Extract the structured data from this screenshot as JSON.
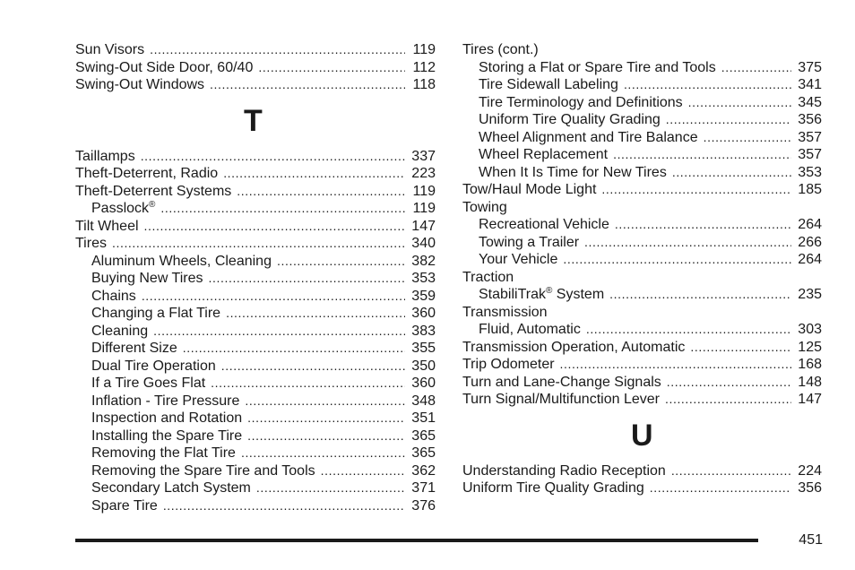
{
  "left_column": [
    {
      "type": "entry",
      "text": "Sun Visors",
      "page": "119",
      "indent": false
    },
    {
      "type": "entry",
      "text": "Swing-Out Side Door, 60/40",
      "page": "112",
      "indent": false
    },
    {
      "type": "entry",
      "text": "Swing-Out Windows",
      "page": "118",
      "indent": false
    },
    {
      "type": "letter",
      "text": "T"
    },
    {
      "type": "entry",
      "text": "Taillamps",
      "page": "337",
      "indent": false
    },
    {
      "type": "entry",
      "text": "Theft-Deterrent, Radio",
      "page": "223",
      "indent": false
    },
    {
      "type": "entry",
      "text": "Theft-Deterrent Systems",
      "page": "119",
      "indent": false
    },
    {
      "type": "entry",
      "text": "Passlock",
      "sup": "®",
      "page": "119",
      "indent": true
    },
    {
      "type": "entry",
      "text": "Tilt Wheel",
      "page": "147",
      "indent": false
    },
    {
      "type": "entry",
      "text": "Tires",
      "page": "340",
      "indent": false
    },
    {
      "type": "entry",
      "text": "Aluminum Wheels, Cleaning",
      "page": "382",
      "indent": true
    },
    {
      "type": "entry",
      "text": "Buying New Tires",
      "page": "353",
      "indent": true
    },
    {
      "type": "entry",
      "text": "Chains",
      "page": "359",
      "indent": true
    },
    {
      "type": "entry",
      "text": "Changing a Flat Tire",
      "page": "360",
      "indent": true
    },
    {
      "type": "entry",
      "text": "Cleaning",
      "page": "383",
      "indent": true
    },
    {
      "type": "entry",
      "text": "Different Size",
      "page": "355",
      "indent": true
    },
    {
      "type": "entry",
      "text": "Dual Tire Operation",
      "page": "350",
      "indent": true
    },
    {
      "type": "entry",
      "text": "If a Tire Goes Flat",
      "page": "360",
      "indent": true
    },
    {
      "type": "entry",
      "text": "Inflation - Tire Pressure",
      "page": "348",
      "indent": true
    },
    {
      "type": "entry",
      "text": "Inspection and Rotation",
      "page": "351",
      "indent": true
    },
    {
      "type": "entry",
      "text": "Installing the Spare Tire",
      "page": "365",
      "indent": true
    },
    {
      "type": "entry",
      "text": "Removing the Flat Tire",
      "page": "365",
      "indent": true
    },
    {
      "type": "entry",
      "text": "Removing the Spare Tire and Tools",
      "page": "362",
      "indent": true
    },
    {
      "type": "entry",
      "text": "Secondary Latch System",
      "page": "371",
      "indent": true
    },
    {
      "type": "entry",
      "text": "Spare Tire",
      "page": "376",
      "indent": true
    }
  ],
  "right_column": [
    {
      "type": "heading",
      "text": "Tires (cont.)",
      "indent": false
    },
    {
      "type": "entry",
      "text": "Storing a Flat or Spare Tire and Tools",
      "page": "375",
      "indent": true
    },
    {
      "type": "entry",
      "text": "Tire Sidewall Labeling",
      "page": "341",
      "indent": true
    },
    {
      "type": "entry",
      "text": "Tire Terminology and Definitions",
      "page": "345",
      "indent": true
    },
    {
      "type": "entry",
      "text": "Uniform Tire Quality Grading",
      "page": "356",
      "indent": true
    },
    {
      "type": "entry",
      "text": "Wheel Alignment and Tire Balance",
      "page": "357",
      "indent": true
    },
    {
      "type": "entry",
      "text": "Wheel Replacement",
      "page": "357",
      "indent": true
    },
    {
      "type": "entry",
      "text": "When It Is Time for New Tires",
      "page": "353",
      "indent": true
    },
    {
      "type": "entry",
      "text": "Tow/Haul Mode Light",
      "page": "185",
      "indent": false
    },
    {
      "type": "heading",
      "text": "Towing",
      "indent": false
    },
    {
      "type": "entry",
      "text": "Recreational Vehicle",
      "page": "264",
      "indent": true
    },
    {
      "type": "entry",
      "text": "Towing a Trailer",
      "page": "266",
      "indent": true
    },
    {
      "type": "entry",
      "text": "Your Vehicle",
      "page": "264",
      "indent": true
    },
    {
      "type": "heading",
      "text": "Traction",
      "indent": false
    },
    {
      "type": "entry",
      "text": "StabiliTrak",
      "sup": "®",
      "text_after": " System",
      "page": "235",
      "indent": true
    },
    {
      "type": "heading",
      "text": "Transmission",
      "indent": false
    },
    {
      "type": "entry",
      "text": "Fluid, Automatic",
      "page": "303",
      "indent": true
    },
    {
      "type": "entry",
      "text": "Transmission Operation, Automatic",
      "page": "125",
      "indent": false
    },
    {
      "type": "entry",
      "text": "Trip Odometer",
      "page": "168",
      "indent": false
    },
    {
      "type": "entry",
      "text": "Turn and Lane-Change Signals",
      "page": "148",
      "indent": false
    },
    {
      "type": "entry",
      "text": "Turn Signal/Multifunction Lever",
      "page": "147",
      "indent": false
    },
    {
      "type": "letter",
      "text": "U"
    },
    {
      "type": "entry",
      "text": "Understanding Radio Reception",
      "page": "224",
      "indent": false
    },
    {
      "type": "entry",
      "text": "Uniform Tire Quality Grading",
      "page": "356",
      "indent": false
    }
  ],
  "footer": {
    "page_number": "451"
  }
}
